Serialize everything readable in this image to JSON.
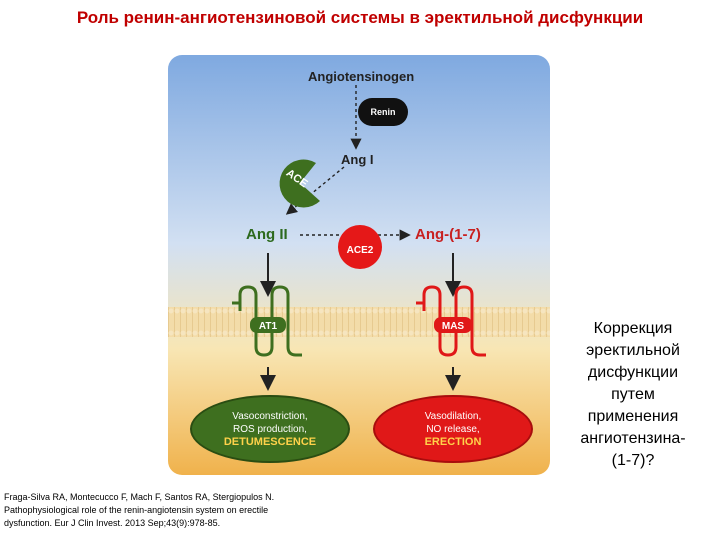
{
  "title": "Роль ренин-ангиотензиновой системы в эректильной дисфункции",
  "diagram": {
    "angiotensinogen": "Angiotensinogen",
    "renin": "Renin",
    "ang1": "Ang I",
    "ace": "ACE",
    "ang2": "Ang II",
    "ace2": "ACE2",
    "ang17": "Ang-(1-7)",
    "at1": "AT1",
    "mas": "MAS",
    "left_outcome": {
      "line1": "Vasoconstriction,",
      "line2": "ROS production,",
      "label": "DETUMESCENCE"
    },
    "right_outcome": {
      "line1": "Vasodilation,",
      "line2": "NO release,",
      "label": "ERECTION"
    }
  },
  "side_text": [
    "Коррекция",
    "эректильной",
    "дисфункции",
    "путем",
    "применения",
    "ангиотензина-",
    "(1-7)?"
  ],
  "citation": [
    "Fraga-Silva RA, Montecucco F, Mach F, Santos RA, Stergiopulos N.",
    "Pathophysiological role of the renin-angiotensin system on erectile",
    "dysfunction. Eur J Clin Invest. 2013 Sep;43(9):978-85."
  ],
  "colors": {
    "title": "#c00000",
    "green": "#3e6f1f",
    "red": "#e01818"
  }
}
